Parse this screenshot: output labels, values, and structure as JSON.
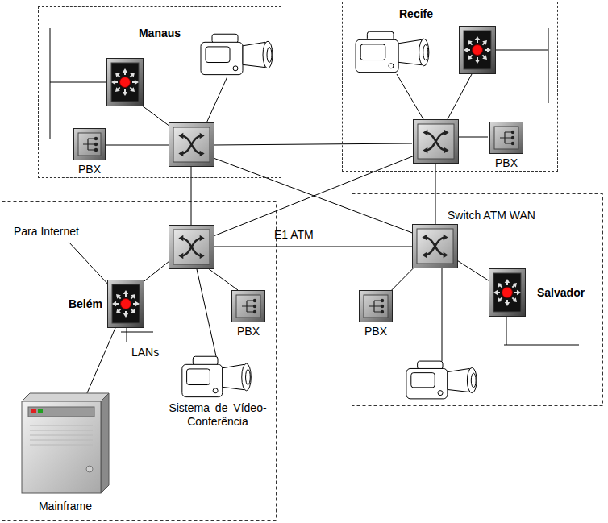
{
  "diagram": {
    "nodes": [
      {
        "text": [
          "Manaus"
        ]
      },
      {
        "text": [
          "PBX"
        ],
        "in": 0
      },
      {
        "text": [
          "Recife"
        ]
      },
      {
        "text": [
          "PBX"
        ],
        "in": 2
      },
      {
        "text": [
          "Switch ATM WAN"
        ]
      },
      {
        "text": [
          "Belém"
        ]
      },
      {
        "text": [
          "PBX"
        ]
      },
      {
        "text": [
          "Salvador"
        ]
      },
      {
        "text": [
          "PBX"
        ]
      },
      {
        "text": [
          "Sistema de Vídeo-Conferência"
        ]
      },
      {
        "text": [
          "Mainframe"
        ]
      }
    ],
    "edges": [
      {
        "from": 5,
        "to": 10,
        "arrow": "none"
      },
      {
        "from": 4,
        "to": 7,
        "arrow": "none"
      },
      {
        "from": 4,
        "to": 8,
        "arrow": "none"
      }
    ],
    "labels": [
      "Para Internet",
      "E1 ATM",
      "LANs"
    ]
  }
}
